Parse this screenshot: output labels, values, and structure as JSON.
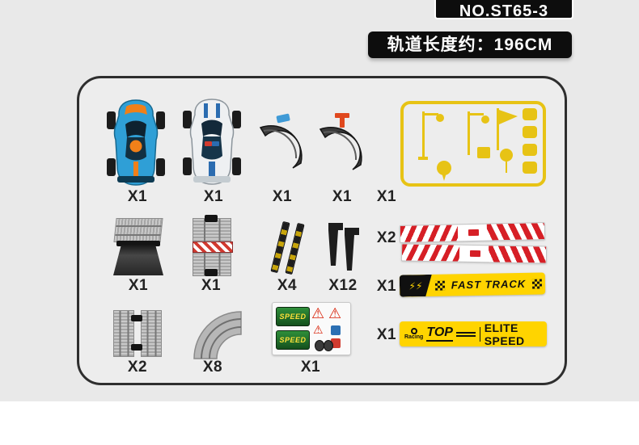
{
  "page": {
    "model_no": "NO.ST65-3",
    "track_length": "轨道长度约：196CM",
    "background": "#e9e9e9",
    "badge_bg": "#0d0d0d",
    "accent_yellow": "#ffd400",
    "sprue_yellow": "#e7c315",
    "barrier_red": "#d61f26"
  },
  "icons": {
    "lightning": "⚡",
    "warning": "⚠"
  },
  "items": {
    "blue_car": {
      "qty": "X1"
    },
    "white_car": {
      "qty": "X1"
    },
    "spoiler_a": {
      "qty": "X1"
    },
    "spoiler_b": {
      "qty": "X1"
    },
    "accessory_sprue": {
      "qty": "X1"
    },
    "riser_track": {
      "qty": "X1"
    },
    "connector_track": {
      "qty": "X1"
    },
    "hazard_strips": {
      "qty": "X4"
    },
    "clips": {
      "qty": "X12"
    },
    "barriers": {
      "qty": "X2"
    },
    "fast_track_banner": {
      "qty": "X1",
      "label": "FAST TRACK"
    },
    "straight_tracks": {
      "qty": "X2"
    },
    "curved_track": {
      "qty": "X8"
    },
    "sticker_sheet": {
      "qty": "X1",
      "sticker_text_1": "SPEED",
      "sticker_text_2": "SPEED"
    },
    "elite_banner": {
      "qty": "X1",
      "sub": "Racing",
      "brand": "TOP",
      "label": "ELITE SPEED"
    }
  }
}
